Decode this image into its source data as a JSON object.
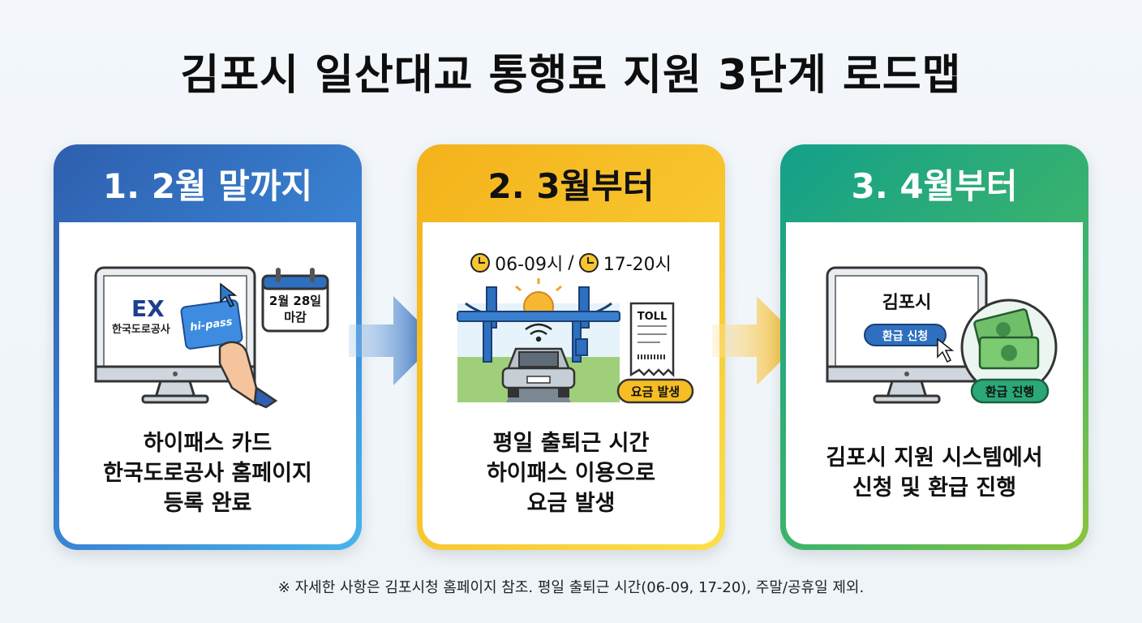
{
  "title": "김포시 일산대교 통행료 지원 3단계 로드맵",
  "steps": [
    {
      "heading": "1. 2월 말까지",
      "lines": [
        "하이패스 카드",
        "한국도로공사 홈페이지",
        "등록 완료"
      ],
      "monitor_logo_mark": "EX",
      "monitor_logo_text": "한국도로공사",
      "card_brand": "hi-pass",
      "calendar_line1": "2월 28일",
      "calendar_line2": "마감"
    },
    {
      "heading": "2. 3월부터",
      "time1": "06-09시",
      "time_sep": "/",
      "time2": "17-20시",
      "receipt_label": "TOLL",
      "badge": "요금 발생",
      "lines": [
        "평일 출퇴근 시간",
        "하이패스 이용으로",
        "요금 발생"
      ]
    },
    {
      "heading": "3. 4월부터",
      "monitor_title": "김포시",
      "monitor_button": "환급 신청",
      "badge": "환급 진행",
      "lines": [
        "김포시 지원 시스템에서",
        "신청 및 환급 진행"
      ]
    }
  ],
  "footnote": "※ 자세한 사항은 김포시청 홈페이지 참조. 평일 출퇴근 시간(06-09, 17-20), 주말/공휴일 제외.",
  "colors": {
    "step1": "#2e6fc0",
    "step2": "#f6bd25",
    "step3": "#2aa878",
    "title": "#0e0e0e"
  },
  "icons": [
    "clock-icon",
    "monitor-icon",
    "calendar-icon",
    "cursor-icon",
    "hand-icon",
    "bridge-icon",
    "sun-icon",
    "car-icon",
    "wireless-icon",
    "receipt-icon",
    "money-icon",
    "arrow-right-icon"
  ]
}
